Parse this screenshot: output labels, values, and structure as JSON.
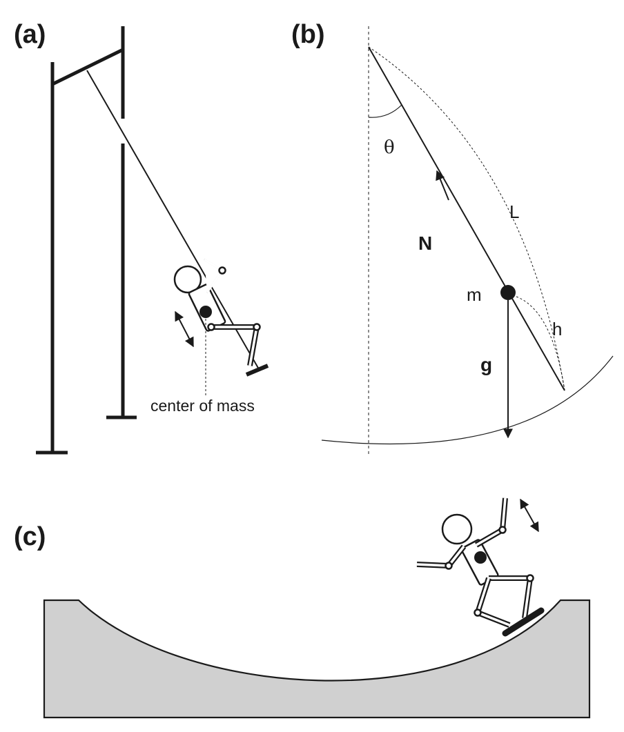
{
  "panels": {
    "a": {
      "label": "(a)",
      "center_of_mass_label": "center of mass"
    },
    "b": {
      "label": "(b)",
      "theta": "θ",
      "length": "L",
      "normal": "N",
      "mass": "m",
      "gravity": "g",
      "height": "h"
    },
    "c": {
      "label": "(c)"
    }
  },
  "colors": {
    "ink": "#1a1a1a",
    "ramp_fill": "#d0d0d0",
    "background": "#ffffff"
  }
}
